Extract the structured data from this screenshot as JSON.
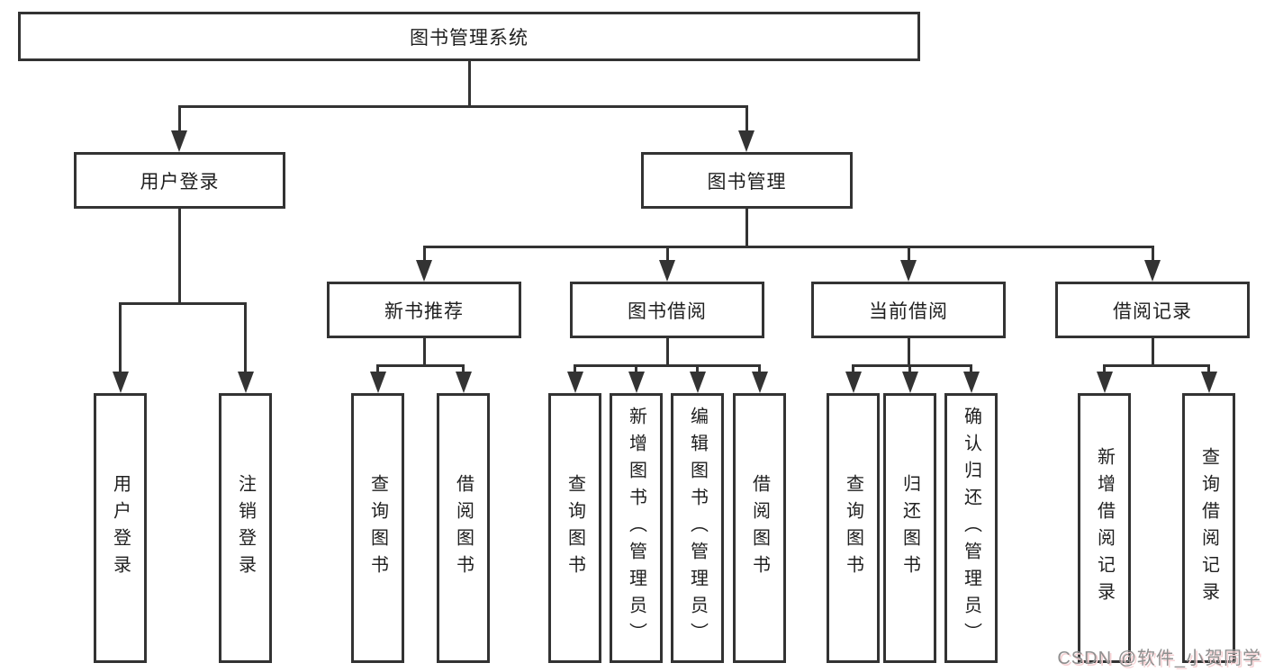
{
  "diagram": {
    "type": "tree",
    "root": {
      "label": "图书管理系统"
    },
    "level2": [
      {
        "label": "用户登录"
      },
      {
        "label": "图书管理"
      }
    ],
    "level3": [
      {
        "label": "新书推荐"
      },
      {
        "label": "图书借阅"
      },
      {
        "label": "当前借阅"
      },
      {
        "label": "借阅记录"
      }
    ],
    "leaves_user": [
      {
        "label": "用户登录"
      },
      {
        "label": "注销登录"
      }
    ],
    "leaves_recommend": [
      {
        "label": "查询图书"
      },
      {
        "label": "借阅图书"
      }
    ],
    "leaves_borrow": [
      {
        "label": "查询图书"
      },
      {
        "label": "新增图书（管理员）"
      },
      {
        "label": "编辑图书（管理员）"
      },
      {
        "label": "借阅图书"
      }
    ],
    "leaves_current": [
      {
        "label": "查询图书"
      },
      {
        "label": "归还图书"
      },
      {
        "label": "确认归还（管理员）"
      }
    ],
    "leaves_records": [
      {
        "label": "新增借阅记录"
      },
      {
        "label": "查询借阅记录"
      }
    ],
    "colors": {
      "line": "#333333",
      "box_border": "#333333",
      "text": "#1f1f1f",
      "background": "#ffffff"
    }
  },
  "watermark": {
    "text": "CSDN @软件_小贺同学",
    "color": "#8f8f8f",
    "shadow_color": "#f6d2d4"
  }
}
